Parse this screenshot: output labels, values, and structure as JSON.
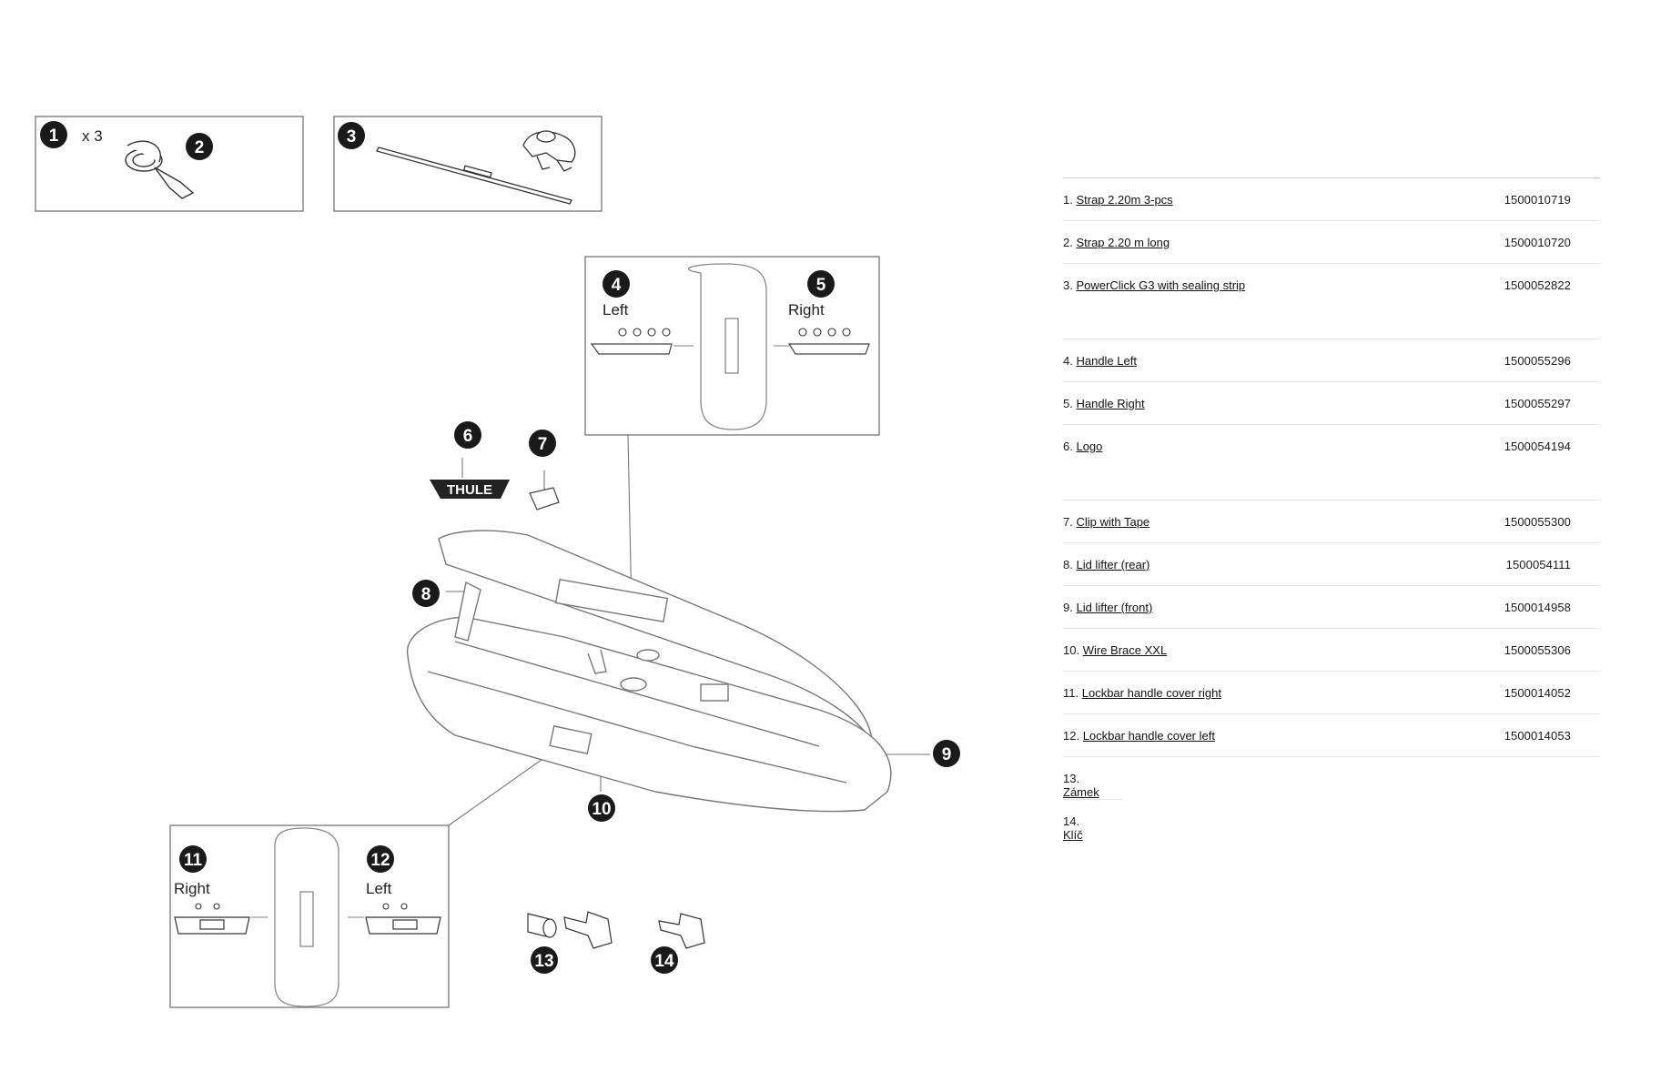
{
  "diagram": {
    "callouts": {
      "c1": "1",
      "c2": "2",
      "c3": "3",
      "c4": "4",
      "c5": "5",
      "c6": "6",
      "c7": "7",
      "c8": "8",
      "c9": "9",
      "c10": "10",
      "c11": "11",
      "c12": "12",
      "c13": "13",
      "c14": "14"
    },
    "qty_label": "x 3",
    "label_left_top": "Left",
    "label_right_top": "Right",
    "label_right_bottom": "Right",
    "label_left_bottom": "Left",
    "logo_text": "THULE"
  },
  "parts": [
    {
      "prefix": "1.",
      "name": "Strap 2.20m 3-pcs",
      "number": "1500010719"
    },
    {
      "prefix": "2.",
      "name": "Strap 2.20 m long",
      "number": "1500010720"
    },
    {
      "prefix": "3.",
      "name": "PowerClick G3 with sealing strip",
      "number": "1500052822"
    },
    {
      "prefix": "4.",
      "name": "Handle Left",
      "number": "1500055296"
    },
    {
      "prefix": "5.",
      "name": "Handle Right",
      "number": "1500055297"
    },
    {
      "prefix": "6.",
      "name": "Logo",
      "number": "1500054194"
    },
    {
      "prefix": "7.",
      "name": "Clip with Tape",
      "number": "1500055300"
    },
    {
      "prefix": "8.",
      "name": "Lid lifter (rear)",
      "number": "1500054111"
    },
    {
      "prefix": "9.",
      "name": "Lid lifter (front)",
      "number": "1500014958"
    },
    {
      "prefix": "10.",
      "name": "Wire Brace XXL",
      "number": "1500055306"
    },
    {
      "prefix": "11.",
      "name": "Lockbar handle cover right",
      "number": "1500014052"
    },
    {
      "prefix": "12.",
      "name": "Lockbar handle cover left",
      "number": "1500014053"
    },
    {
      "prefix": "13.",
      "name": "Zámek",
      "number": ""
    },
    {
      "prefix": "14.",
      "name": "Klíč",
      "number": ""
    }
  ]
}
